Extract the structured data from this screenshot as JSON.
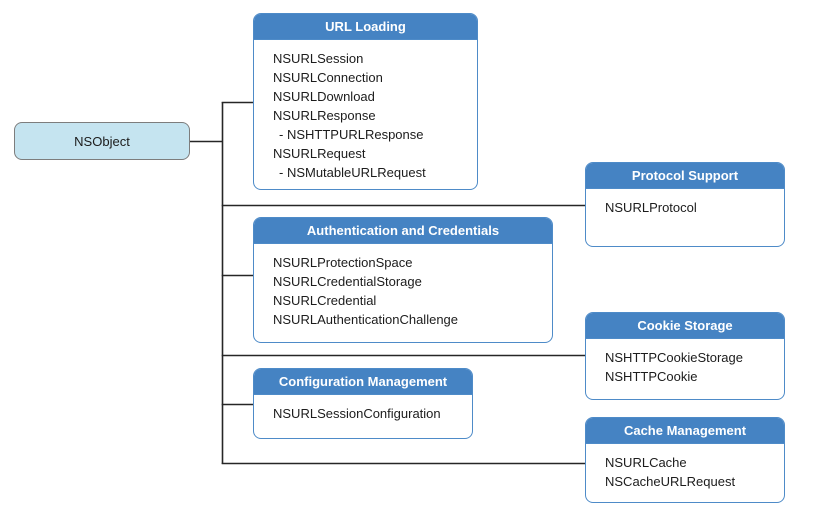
{
  "diagram": {
    "root": {
      "label": "NSObject"
    },
    "groups": [
      {
        "id": "url-loading",
        "title": "URL Loading",
        "items": [
          "NSURLSession",
          "NSURLConnection",
          "NSURLDownload",
          "NSURLResponse",
          "- NSHTTPURLResponse",
          "NSURLRequest",
          "- NSMutableURLRequest"
        ]
      },
      {
        "id": "protocol-support",
        "title": "Protocol Support",
        "items": [
          "NSURLProtocol"
        ]
      },
      {
        "id": "authentication-and-credentials",
        "title": "Authentication and Credentials",
        "items": [
          "NSURLProtectionSpace",
          "NSURLCredentialStorage",
          "NSURLCredential",
          "NSURLAuthenticationChallenge"
        ]
      },
      {
        "id": "cookie-storage",
        "title": "Cookie Storage",
        "items": [
          "NSHTTPCookieStorage",
          "NSHTTPCookie"
        ]
      },
      {
        "id": "configuration-management",
        "title": "Configuration Management",
        "items": [
          "NSURLSessionConfiguration"
        ]
      },
      {
        "id": "cache-management",
        "title": "Cache Management",
        "items": [
          "NSURLCache",
          "NSCacheURLRequest"
        ]
      }
    ]
  },
  "colors": {
    "header_blue": "#4583c3",
    "box_border_blue": "#4e8bc8",
    "root_fill": "#c5e4f0",
    "root_border": "#7d7d7d",
    "line_color": "#262626",
    "text_color": "#1c1c1c",
    "header_text": "#ffffff",
    "page_bg": "#ffffff"
  }
}
